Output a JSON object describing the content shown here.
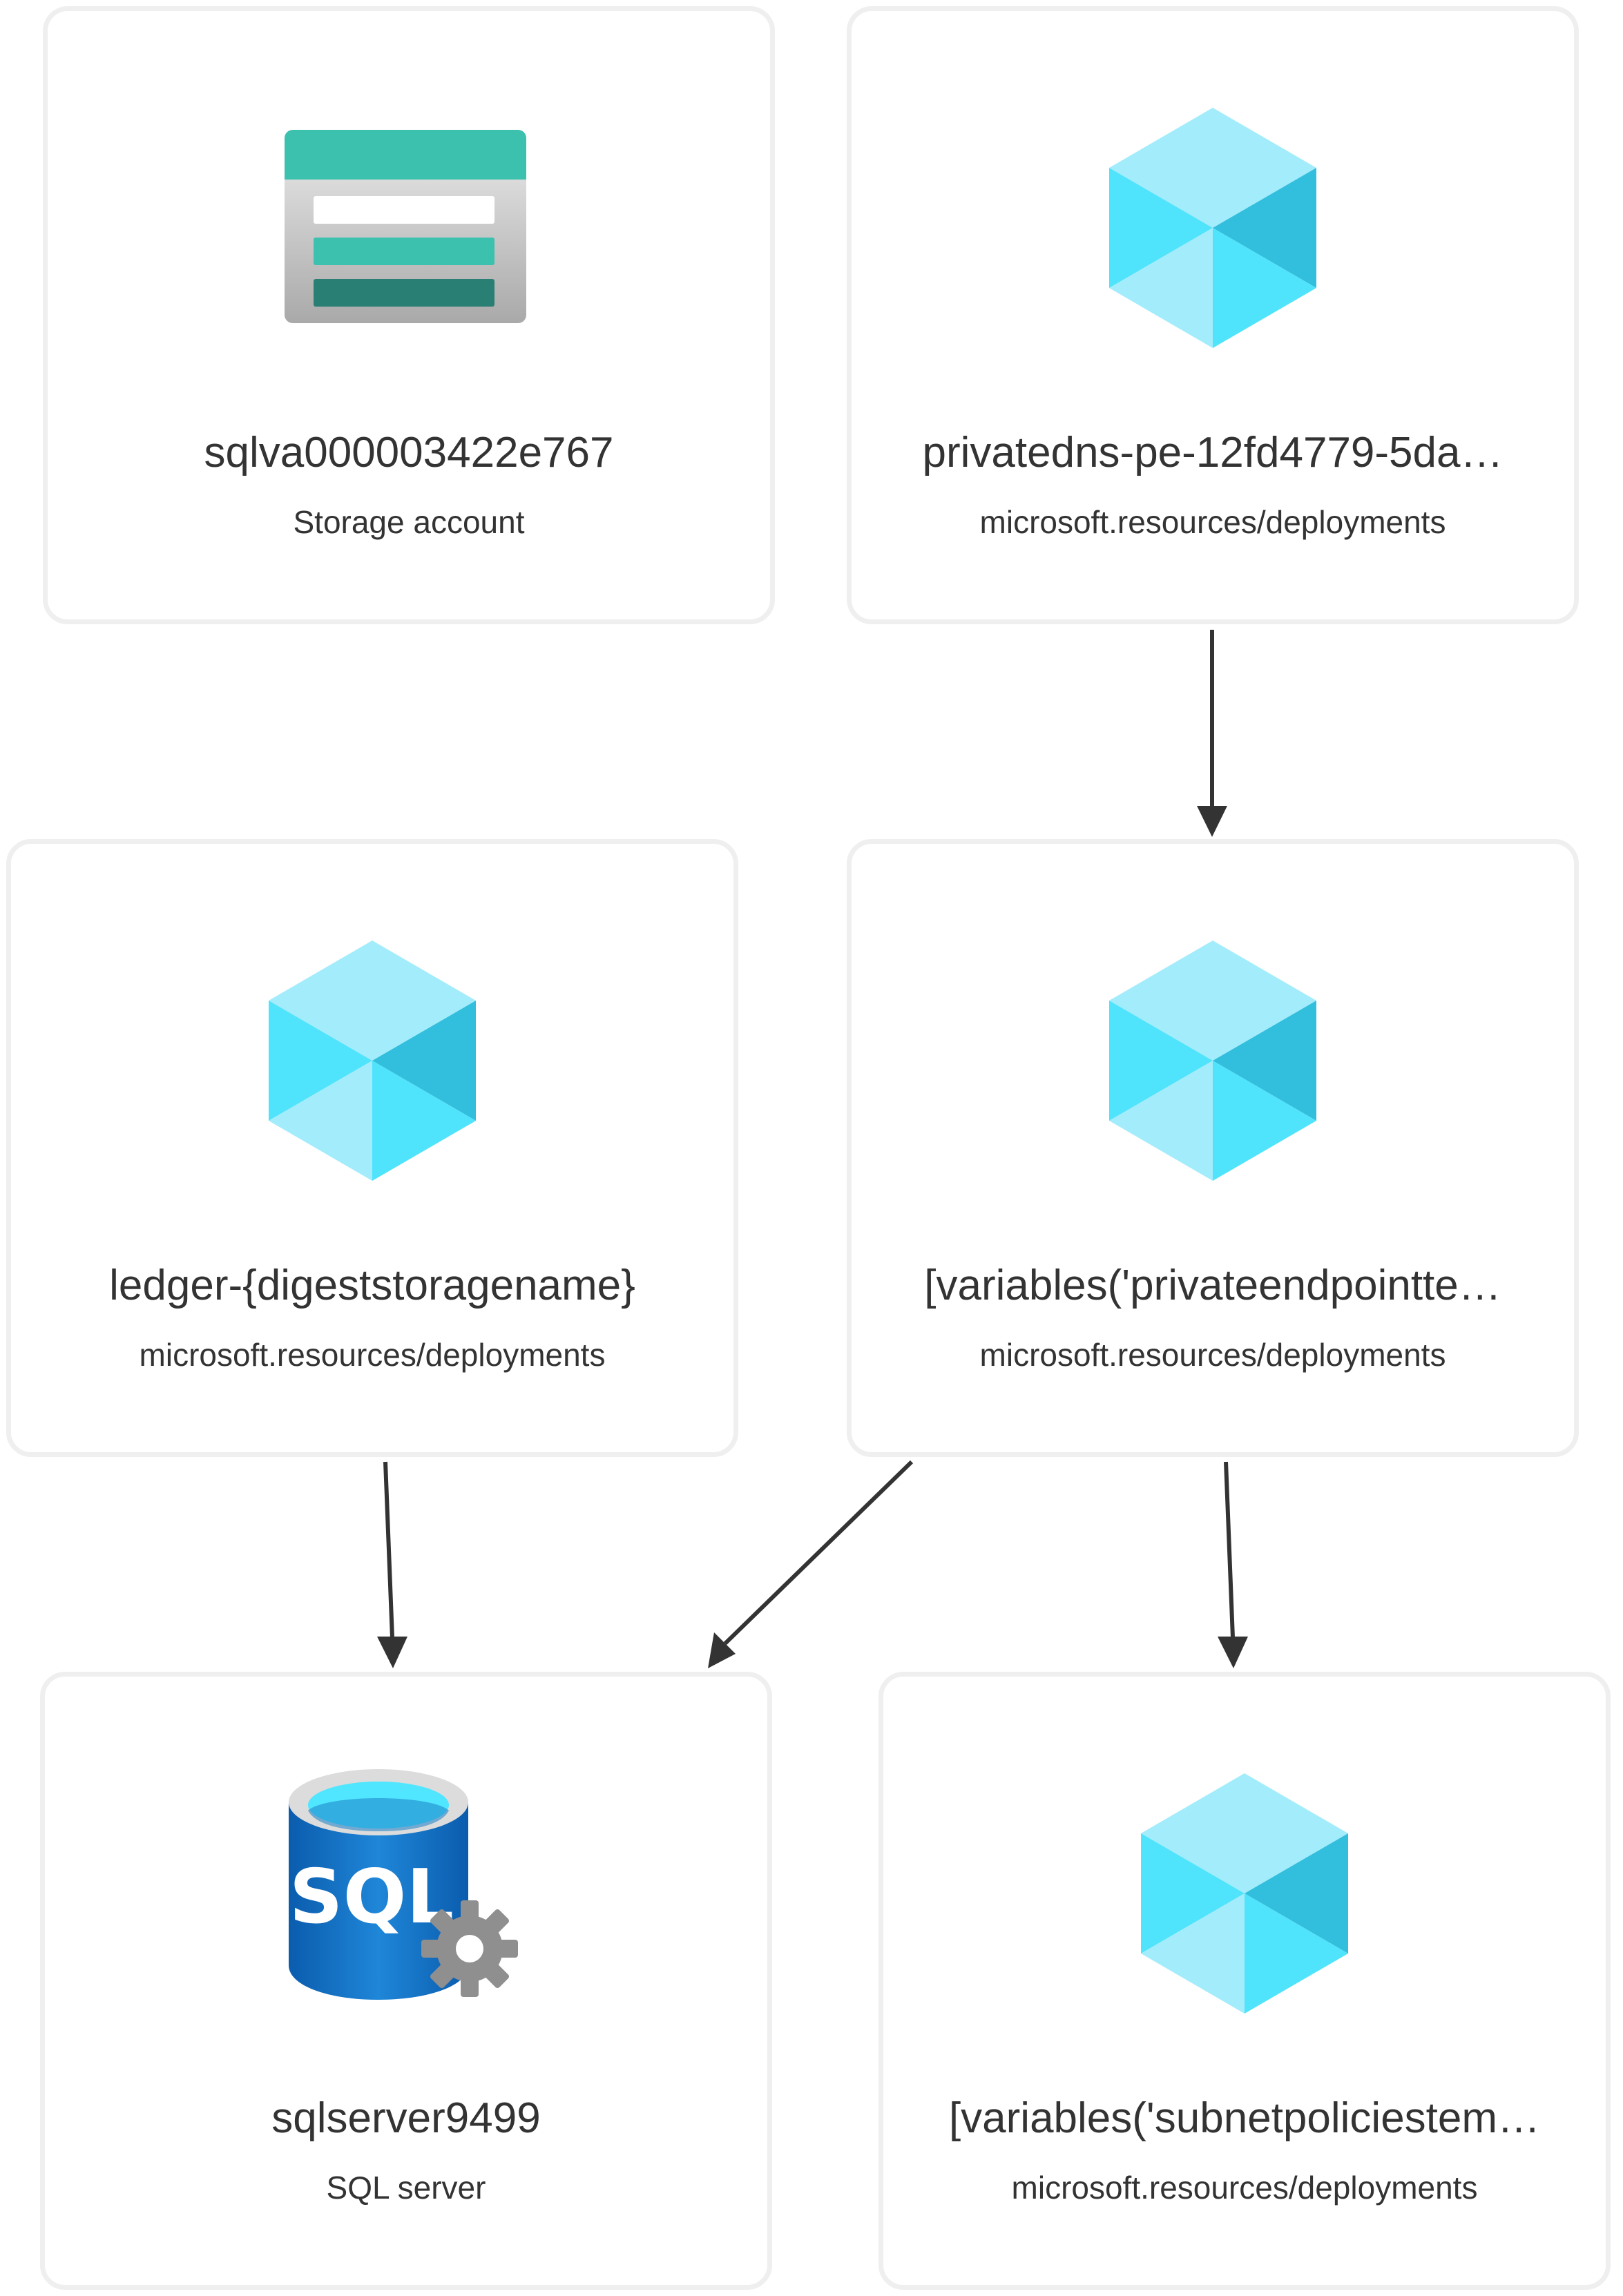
{
  "diagram": {
    "nodes": [
      {
        "id": "storage",
        "title": "sqlva000003422e767",
        "subtitle": "Storage account",
        "icon": "storage-account-icon"
      },
      {
        "id": "privatedns",
        "title": "privatedns-pe-12fd4779-5da…",
        "subtitle": "microsoft.resources/deployments",
        "icon": "resource-cube-icon"
      },
      {
        "id": "ledger",
        "title": "ledger-{digeststoragename}",
        "subtitle": "microsoft.resources/deployments",
        "icon": "resource-cube-icon"
      },
      {
        "id": "privateendpoint",
        "title": "[variables('privateendpointte…",
        "subtitle": "microsoft.resources/deployments",
        "icon": "resource-cube-icon"
      },
      {
        "id": "sqlserver",
        "title": "sqlserver9499",
        "subtitle": "SQL server",
        "icon": "sql-server-icon"
      },
      {
        "id": "subnetpolicies",
        "title": "[variables('subnetpoliciestem…",
        "subtitle": "microsoft.resources/deployments",
        "icon": "resource-cube-icon"
      }
    ],
    "edges": [
      {
        "from": "privatedns",
        "to": "privateendpoint"
      },
      {
        "from": "ledger",
        "to": "sqlserver"
      },
      {
        "from": "privateendpoint",
        "to": "sqlserver"
      },
      {
        "from": "privateendpoint",
        "to": "subnetpolicies"
      }
    ]
  }
}
